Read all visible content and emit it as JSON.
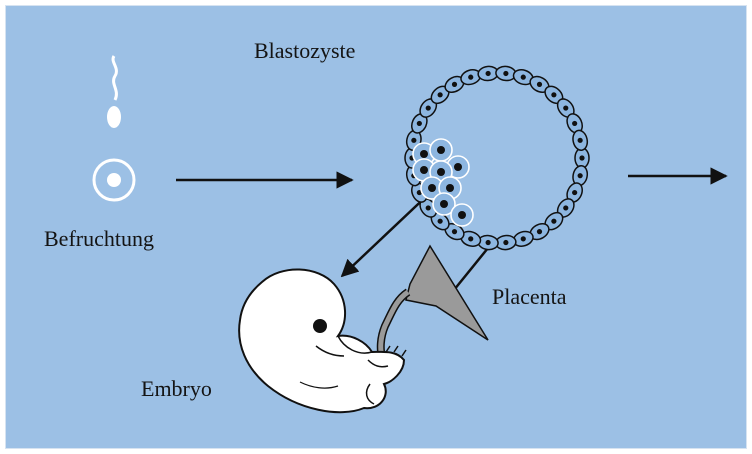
{
  "labels": {
    "blastocyst": "Blastozyste",
    "fertilization": "Befruchtung",
    "placenta": "Placenta",
    "embryo": "Embryo"
  },
  "colors": {
    "background": "#9cc0e5",
    "cell_fill": "#8db6e0",
    "arrow": "#111111",
    "placenta": "#9a9a9a",
    "embryo": "#ffffff"
  },
  "icons": {
    "sperm": "sperm-icon",
    "egg": "egg-cell-icon",
    "blastocyst": "blastocyst-icon",
    "embryo": "embryo-icon",
    "placenta": "placenta-icon"
  }
}
